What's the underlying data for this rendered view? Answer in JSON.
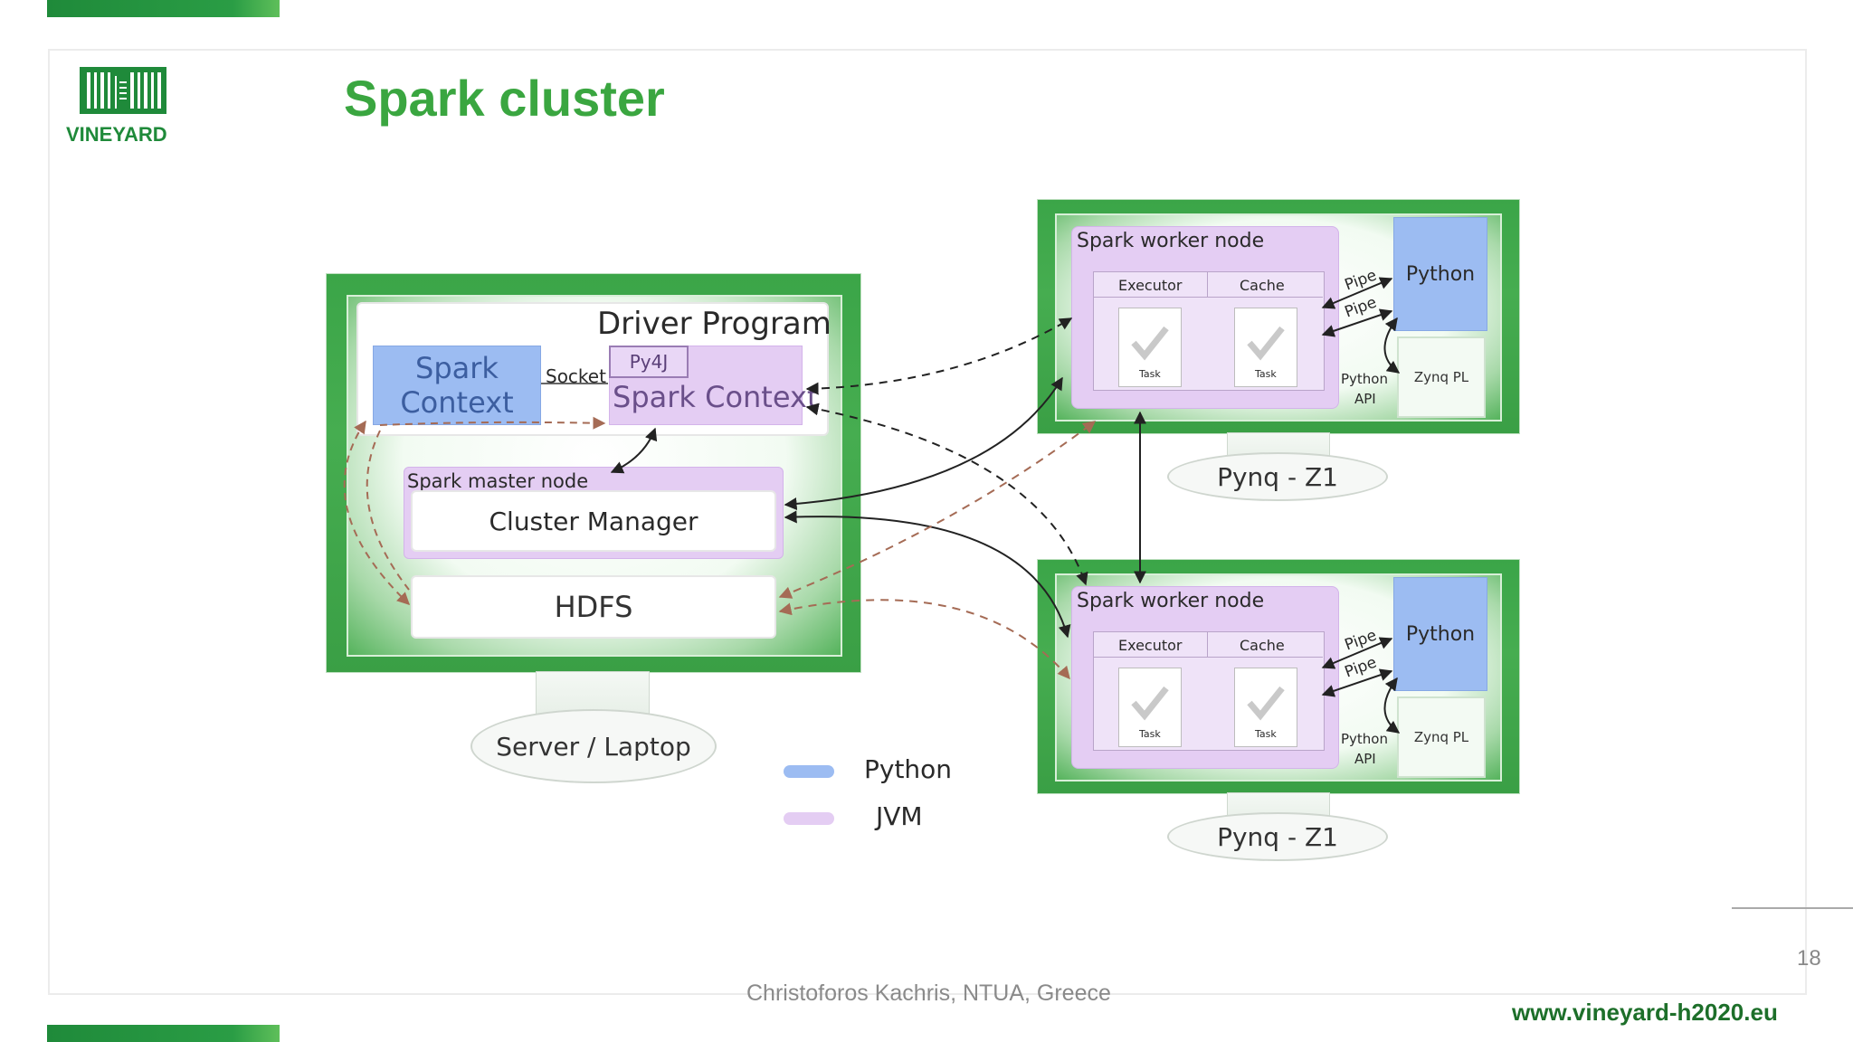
{
  "slide": {
    "title": "Spark cluster",
    "logo_text": "VINEYARD",
    "page_number": "18",
    "footer_author": "Christoforos Kachris, NTUA, Greece",
    "footer_url": "www.vineyard-h2020.eu"
  },
  "diagram": {
    "driver_program": "Driver Program",
    "spark_context_python_line1": "Spark",
    "spark_context_python_line2": "Context",
    "socket": "Socket",
    "py4j": "Py4J",
    "spark_context_jvm": "Spark Context",
    "spark_master_node": "Spark master node",
    "cluster_manager": "Cluster Manager",
    "hdfs": "HDFS",
    "server_laptop": "Server / Laptop",
    "workers": [
      {
        "title": "Spark worker node",
        "executor": "Executor",
        "cache": "Cache",
        "task1": "Task",
        "task2": "Task",
        "pipe1": "Pipe",
        "pipe2": "Pipe",
        "python": "Python",
        "python_api_line1": "Python",
        "python_api_line2": "API",
        "zynq": "Zynq PL",
        "board": "Pynq - Z1"
      },
      {
        "title": "Spark worker node",
        "executor": "Executor",
        "cache": "Cache",
        "task1": "Task",
        "task2": "Task",
        "pipe1": "Pipe",
        "pipe2": "Pipe",
        "python": "Python",
        "python_api_line1": "Python",
        "python_api_line2": "API",
        "zynq": "Zynq PL",
        "board": "Pynq - Z1"
      }
    ],
    "legend": [
      {
        "label": "Python",
        "color": "#9cbcf2"
      },
      {
        "label": "JVM",
        "color": "#e4cdf3"
      }
    ]
  },
  "colors": {
    "brand_green": "#3aa640",
    "dark_green": "#1f8a3a"
  }
}
